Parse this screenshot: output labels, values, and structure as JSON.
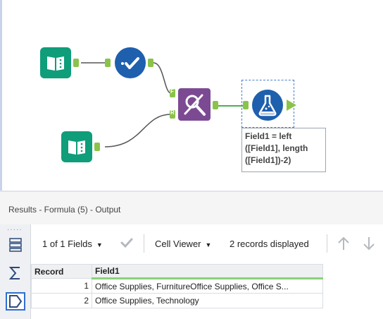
{
  "canvas": {
    "tools": [
      {
        "name": "input-data-tool-1",
        "icon": "book-icon"
      },
      {
        "name": "select-tool",
        "icon": "checkmark-icon"
      },
      {
        "name": "input-data-tool-2",
        "icon": "book-icon"
      },
      {
        "name": "find-replace-tool",
        "icon": "find-replace-icon",
        "anchors": [
          "F",
          "R"
        ]
      },
      {
        "name": "formula-tool",
        "icon": "flask-icon"
      }
    ],
    "annotation": [
      "Field1 = left",
      "([Field1], length",
      "([Field1])-2)"
    ]
  },
  "results": {
    "title": "Results - Formula (5) - Output",
    "fields_label": "1 of 1 Fields",
    "cell_viewer_label": "Cell Viewer",
    "records_label": "2 records displayed",
    "columns": [
      "Record",
      "Field1"
    ],
    "rows": [
      {
        "record": "1",
        "field1": "Office Supplies, FurnitureOffice Supplies, Office S..."
      },
      {
        "record": "2",
        "field1": "Office Supplies, Technology"
      }
    ]
  },
  "colors": {
    "accent_green": "#8bc34a",
    "tool_teal": "#0f9d7a",
    "tool_blue": "#1e5fae",
    "tool_purple": "#7c4a93"
  }
}
